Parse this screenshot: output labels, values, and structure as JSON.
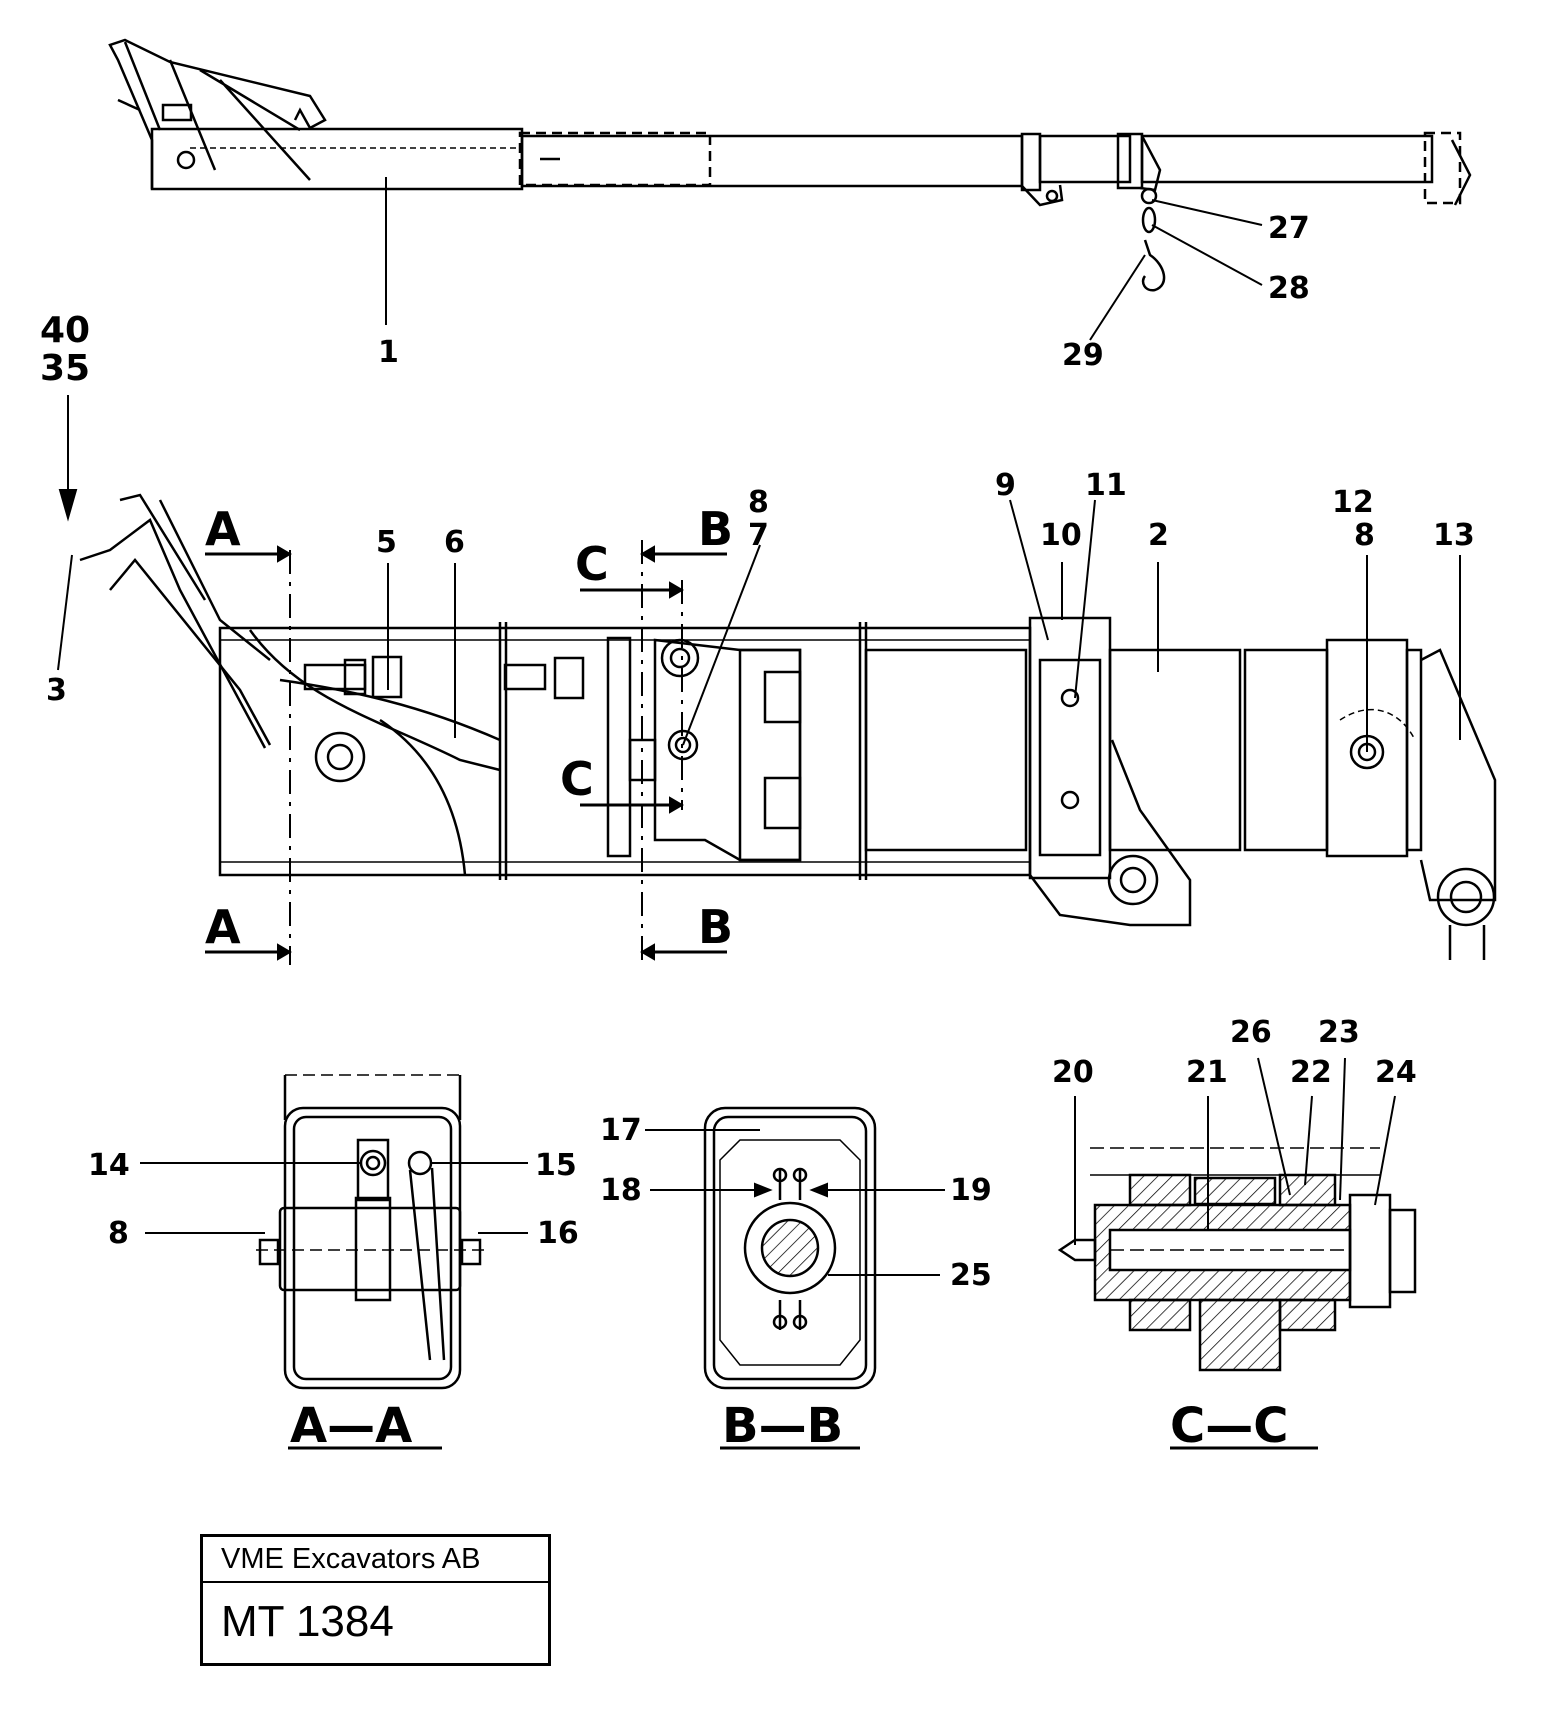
{
  "title_block": {
    "company": "VME Excavators AB",
    "drawing_number": "MT 1384"
  },
  "callouts": {
    "c1": "1",
    "c2": "2",
    "c3": "3",
    "c5": "5",
    "c6": "6",
    "c7": "7",
    "c8a": "8",
    "c8b": "8",
    "c8c": "8",
    "c9": "9",
    "c10": "10",
    "c11": "11",
    "c12": "12",
    "c13": "13",
    "c14": "14",
    "c15": "15",
    "c16": "16",
    "c17": "17",
    "c18": "18",
    "c19": "19",
    "c20": "20",
    "c21": "21",
    "c22": "22",
    "c23": "23",
    "c24": "24",
    "c25": "25",
    "c26": "26",
    "c27": "27",
    "c28": "28",
    "c29": "29",
    "c35": "35",
    "c40": "40"
  },
  "section_markers": {
    "a_top": "A",
    "a_bottom": "A",
    "b_top": "B",
    "b_bottom": "B",
    "c_top": "C",
    "c_bottom": "C"
  },
  "section_titles": {
    "aa": "A—A",
    "bb": "B—B",
    "cc": "C—C"
  }
}
